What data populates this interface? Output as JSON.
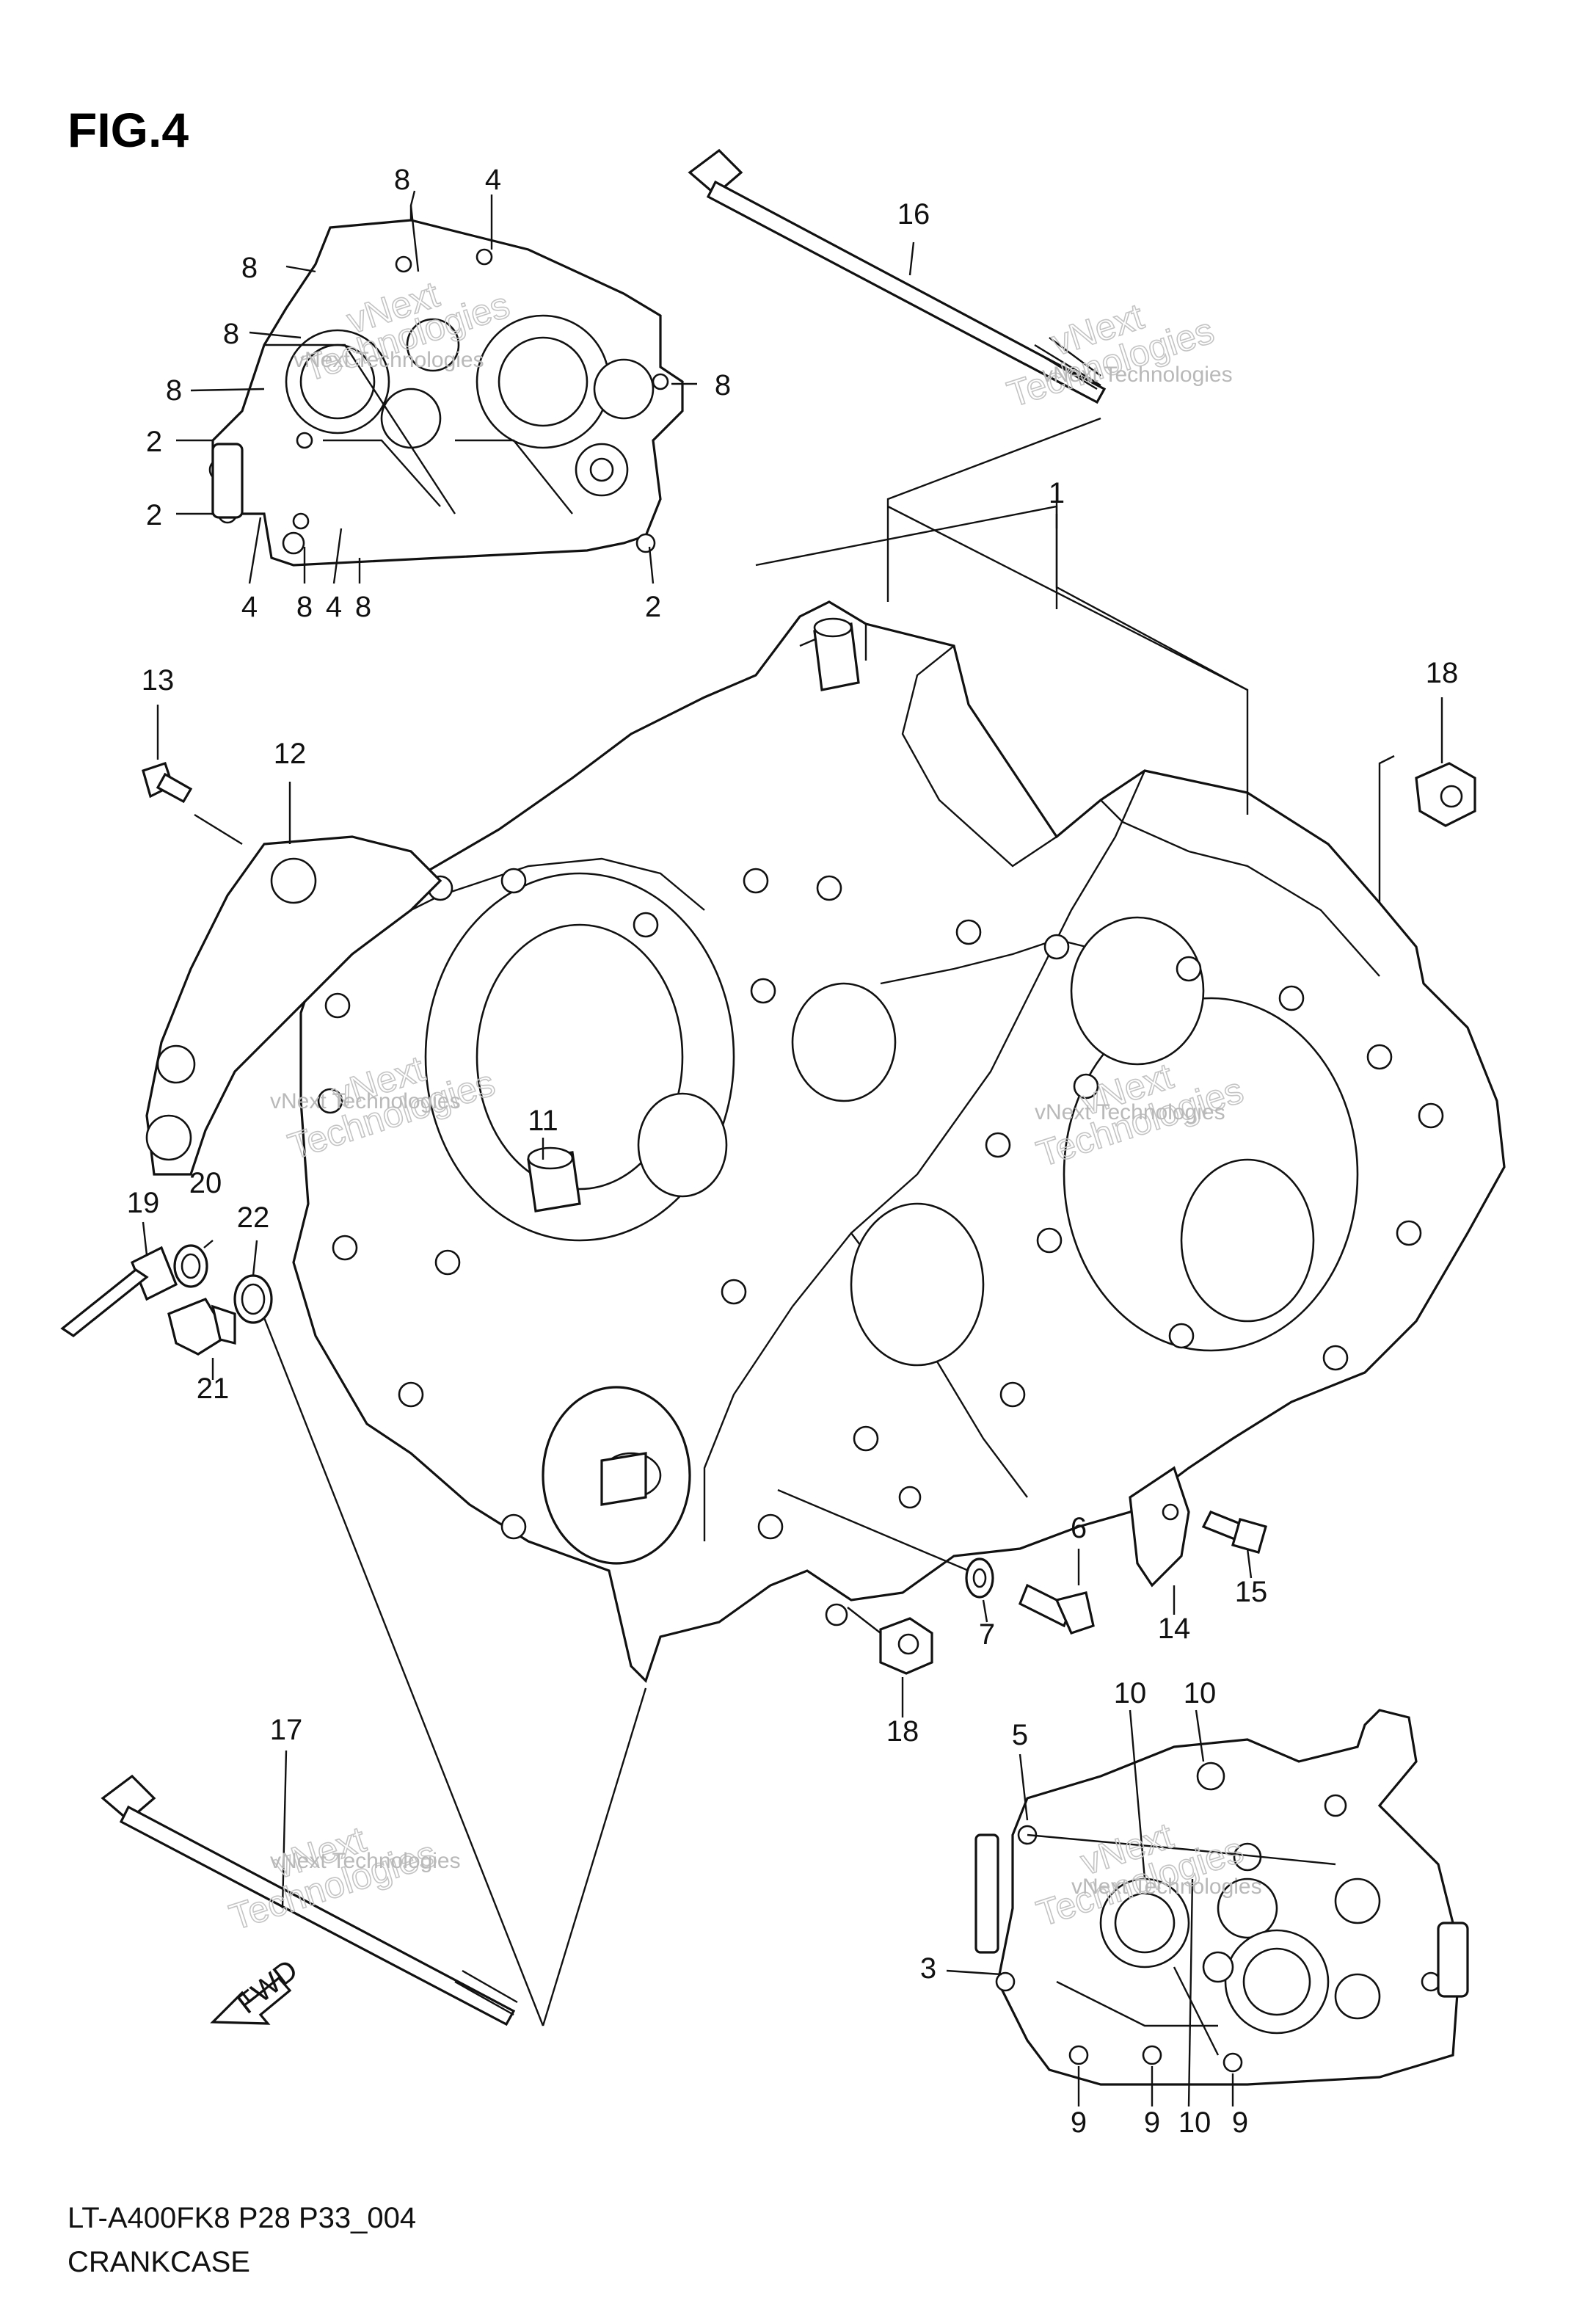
{
  "figure": {
    "title": "FIG.4"
  },
  "footer": {
    "model_code": "LT-A400FK8 P28 P33_004",
    "section_name": "CRANKCASE"
  },
  "fwd_arrow": {
    "label": "FWD"
  },
  "watermark": {
    "line1": "vNext",
    "line2": "Technologies",
    "text": "vNext Technologies"
  },
  "callouts": {
    "c1": "1",
    "c2a": "2",
    "c2b": "2",
    "c2c": "2",
    "c3": "3",
    "c4a": "4",
    "c4b": "4",
    "c4c": "4",
    "c5": "5",
    "c6": "6",
    "c7": "7",
    "c8a": "8",
    "c8b": "8",
    "c8c": "8",
    "c8d": "8",
    "c8e": "8",
    "c8f": "8",
    "c8g": "8",
    "c9a": "9",
    "c9b": "9",
    "c9c": "9",
    "c10a": "10",
    "c10b": "10",
    "c10c": "10",
    "c11": "11",
    "c12": "12",
    "c13": "13",
    "c14": "14",
    "c15": "15",
    "c16": "16",
    "c17": "17",
    "c18a": "18",
    "c18b": "18",
    "c19": "19",
    "c20": "20",
    "c21": "21",
    "c22": "22"
  },
  "colors": {
    "ink": "#111111",
    "watermark": "#b9b9b9",
    "paper": "#ffffff"
  }
}
